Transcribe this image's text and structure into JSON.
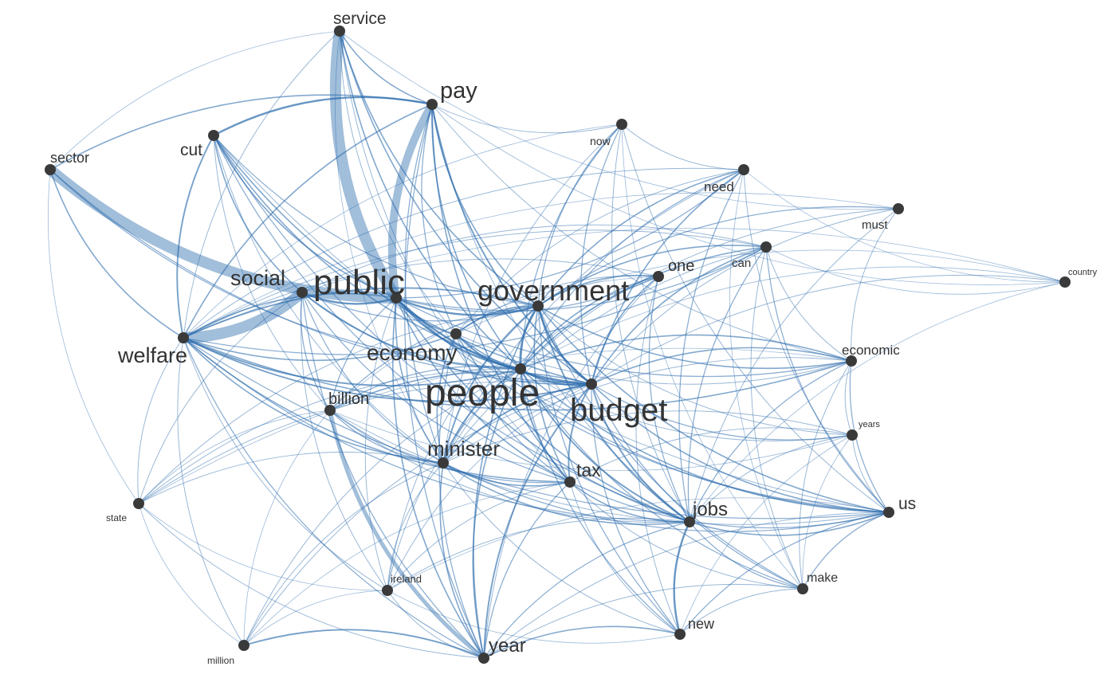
{
  "colors": {
    "edge": "#2f6eae",
    "node": "#3a3a3a",
    "label": "#333333",
    "background": "#ffffff"
  },
  "words": [
    {
      "id": "service",
      "label": "service"
    },
    {
      "id": "pay",
      "label": "pay"
    },
    {
      "id": "cut",
      "label": "cut"
    },
    {
      "id": "sector",
      "label": "sector"
    },
    {
      "id": "now",
      "label": "now"
    },
    {
      "id": "need",
      "label": "need"
    },
    {
      "id": "must",
      "label": "must"
    },
    {
      "id": "can",
      "label": "can"
    },
    {
      "id": "one",
      "label": "one"
    },
    {
      "id": "country",
      "label": "country"
    },
    {
      "id": "social",
      "label": "social"
    },
    {
      "id": "public",
      "label": "public"
    },
    {
      "id": "government",
      "label": "government"
    },
    {
      "id": "welfare",
      "label": "welfare"
    },
    {
      "id": "economy",
      "label": "economy"
    },
    {
      "id": "economic",
      "label": "economic"
    },
    {
      "id": "people",
      "label": "people"
    },
    {
      "id": "budget",
      "label": "budget"
    },
    {
      "id": "billion",
      "label": "billion"
    },
    {
      "id": "years",
      "label": "years"
    },
    {
      "id": "minister",
      "label": "minister"
    },
    {
      "id": "tax",
      "label": "tax"
    },
    {
      "id": "state",
      "label": "state"
    },
    {
      "id": "jobs",
      "label": "jobs"
    },
    {
      "id": "us",
      "label": "us"
    },
    {
      "id": "ireland",
      "label": "ireland"
    },
    {
      "id": "make",
      "label": "make"
    },
    {
      "id": "new",
      "label": "new"
    },
    {
      "id": "year",
      "label": "year"
    },
    {
      "id": "million",
      "label": "million"
    }
  ],
  "links": [
    [
      "service",
      "public",
      3
    ],
    [
      "sector",
      "public",
      3
    ],
    [
      "welfare",
      "social",
      3
    ],
    [
      "pay",
      "public",
      2.5
    ],
    [
      "billion",
      "year",
      2
    ],
    [
      "service",
      "people",
      1
    ],
    [
      "service",
      "government",
      1
    ],
    [
      "service",
      "budget",
      1
    ],
    [
      "service",
      "pay",
      1
    ],
    [
      "service",
      "sector",
      0.5
    ],
    [
      "service",
      "welfare",
      0.6
    ],
    [
      "service",
      "tax",
      0.6
    ],
    [
      "service",
      "must",
      0.5
    ],
    [
      "service",
      "economy",
      0.6
    ],
    [
      "service",
      "minister",
      0.5
    ],
    [
      "pay",
      "cut",
      1.5
    ],
    [
      "pay",
      "sector",
      1
    ],
    [
      "pay",
      "welfare",
      1
    ],
    [
      "pay",
      "people",
      1
    ],
    [
      "pay",
      "budget",
      1.2
    ],
    [
      "pay",
      "government",
      1
    ],
    [
      "pay",
      "tax",
      1
    ],
    [
      "pay",
      "minister",
      0.8
    ],
    [
      "pay",
      "now",
      0.6
    ],
    [
      "pay",
      "economic",
      0.6
    ],
    [
      "pay",
      "year",
      0.8
    ],
    [
      "pay",
      "country",
      0.5
    ],
    [
      "pay",
      "economy",
      0.8
    ],
    [
      "pay",
      "jobs",
      0.6
    ],
    [
      "cut",
      "welfare",
      1.2
    ],
    [
      "cut",
      "public",
      1
    ],
    [
      "cut",
      "social",
      1
    ],
    [
      "cut",
      "people",
      1
    ],
    [
      "cut",
      "budget",
      1
    ],
    [
      "cut",
      "government",
      0.8
    ],
    [
      "cut",
      "tax",
      0.8
    ],
    [
      "cut",
      "jobs",
      0.8
    ],
    [
      "cut",
      "minister",
      0.6
    ],
    [
      "cut",
      "us",
      0.6
    ],
    [
      "cut",
      "billion",
      0.6
    ],
    [
      "sector",
      "welfare",
      1
    ],
    [
      "sector",
      "people",
      0.8
    ],
    [
      "sector",
      "state",
      0.5
    ],
    [
      "sector",
      "budget",
      0.8
    ],
    [
      "now",
      "government",
      0.8
    ],
    [
      "now",
      "people",
      0.8
    ],
    [
      "now",
      "budget",
      0.8
    ],
    [
      "now",
      "jobs",
      0.6
    ],
    [
      "now",
      "need",
      0.6
    ],
    [
      "now",
      "welfare",
      0.5
    ],
    [
      "now",
      "make",
      0.5
    ],
    [
      "now",
      "us",
      0.6
    ],
    [
      "now",
      "minister",
      0.6
    ],
    [
      "need",
      "government",
      1
    ],
    [
      "need",
      "people",
      0.8
    ],
    [
      "need",
      "jobs",
      0.8
    ],
    [
      "need",
      "budget",
      1
    ],
    [
      "need",
      "economy",
      0.6
    ],
    [
      "need",
      "us",
      0.6
    ],
    [
      "need",
      "country",
      0.5
    ],
    [
      "need",
      "make",
      0.5
    ],
    [
      "need",
      "minister",
      0.6
    ],
    [
      "need",
      "welfare",
      0.6
    ],
    [
      "must",
      "government",
      0.8
    ],
    [
      "must",
      "economic",
      0.6
    ],
    [
      "must",
      "people",
      0.6
    ],
    [
      "must",
      "budget",
      0.6
    ],
    [
      "must",
      "jobs",
      0.6
    ],
    [
      "must",
      "welfare",
      0.5
    ],
    [
      "can",
      "government",
      1
    ],
    [
      "can",
      "people",
      1
    ],
    [
      "can",
      "budget",
      1
    ],
    [
      "can",
      "economic",
      0.6
    ],
    [
      "can",
      "jobs",
      0.8
    ],
    [
      "can",
      "welfare",
      0.6
    ],
    [
      "can",
      "country",
      0.5
    ],
    [
      "can",
      "us",
      0.8
    ],
    [
      "can",
      "make",
      0.6
    ],
    [
      "can",
      "minister",
      0.6
    ],
    [
      "can",
      "social",
      0.6
    ],
    [
      "one",
      "government",
      1
    ],
    [
      "one",
      "people",
      1
    ],
    [
      "one",
      "budget",
      1
    ],
    [
      "one",
      "jobs",
      0.8
    ],
    [
      "one",
      "welfare",
      0.6
    ],
    [
      "one",
      "economy",
      0.6
    ],
    [
      "one",
      "new",
      0.6
    ],
    [
      "one",
      "year",
      0.6
    ],
    [
      "one",
      "billion",
      0.5
    ],
    [
      "one",
      "minister",
      0.6
    ],
    [
      "country",
      "economy",
      0.5
    ],
    [
      "country",
      "people",
      0.5
    ],
    [
      "country",
      "budget",
      0.6
    ],
    [
      "country",
      "jobs",
      0.5
    ],
    [
      "country",
      "welfare",
      0.5
    ],
    [
      "social",
      "public",
      1.5
    ],
    [
      "social",
      "people",
      1
    ],
    [
      "social",
      "government",
      0.8
    ],
    [
      "social",
      "budget",
      1
    ],
    [
      "social",
      "tax",
      0.8
    ],
    [
      "social",
      "billion",
      0.8
    ],
    [
      "social",
      "year",
      0.8
    ],
    [
      "social",
      "state",
      0.6
    ],
    [
      "social",
      "ireland",
      0.6
    ],
    [
      "social",
      "minister",
      0.8
    ],
    [
      "public",
      "government",
      1.5
    ],
    [
      "public",
      "people",
      1.5
    ],
    [
      "public",
      "budget",
      1.5
    ],
    [
      "public",
      "economy",
      1
    ],
    [
      "public",
      "minister",
      1
    ],
    [
      "public",
      "tax",
      1
    ],
    [
      "public",
      "jobs",
      1
    ],
    [
      "public",
      "year",
      1
    ],
    [
      "public",
      "welfare",
      1
    ],
    [
      "public",
      "billion",
      0.8
    ],
    [
      "public",
      "can",
      0.8
    ],
    [
      "public",
      "need",
      0.8
    ],
    [
      "public",
      "one",
      0.8
    ],
    [
      "public",
      "economic",
      0.8
    ],
    [
      "public",
      "us",
      0.8
    ],
    [
      "public",
      "ireland",
      0.6
    ],
    [
      "government",
      "people",
      1.5
    ],
    [
      "government",
      "budget",
      1.5
    ],
    [
      "government",
      "economy",
      1.2
    ],
    [
      "government",
      "minister",
      1.2
    ],
    [
      "government",
      "tax",
      1
    ],
    [
      "government",
      "jobs",
      1.2
    ],
    [
      "government",
      "us",
      1
    ],
    [
      "government",
      "economic",
      1
    ],
    [
      "government",
      "year",
      1
    ],
    [
      "government",
      "welfare",
      1.2
    ],
    [
      "government",
      "billion",
      0.8
    ],
    [
      "government",
      "new",
      0.8
    ],
    [
      "government",
      "make",
      0.8
    ],
    [
      "government",
      "state",
      0.6
    ],
    [
      "government",
      "ireland",
      0.6
    ],
    [
      "government",
      "years",
      0.6
    ],
    [
      "welfare",
      "people",
      1.2
    ],
    [
      "welfare",
      "budget",
      1.2
    ],
    [
      "welfare",
      "economy",
      1
    ],
    [
      "welfare",
      "minister",
      1
    ],
    [
      "welfare",
      "tax",
      1
    ],
    [
      "welfare",
      "jobs",
      0.8
    ],
    [
      "welfare",
      "economic",
      1
    ],
    [
      "welfare",
      "us",
      0.8
    ],
    [
      "welfare",
      "year",
      0.8
    ],
    [
      "welfare",
      "state",
      0.6
    ],
    [
      "welfare",
      "million",
      0.6
    ],
    [
      "welfare",
      "can",
      0.8
    ],
    [
      "welfare",
      "ireland",
      0.6
    ],
    [
      "economy",
      "people",
      1
    ],
    [
      "economy",
      "budget",
      1
    ],
    [
      "economy",
      "jobs",
      1
    ],
    [
      "economy",
      "minister",
      1
    ],
    [
      "economy",
      "tax",
      0.8
    ],
    [
      "economy",
      "us",
      0.8
    ],
    [
      "economy",
      "economic",
      0.6
    ],
    [
      "economy",
      "year",
      0.8
    ],
    [
      "economic",
      "people",
      1
    ],
    [
      "economic",
      "budget",
      1
    ],
    [
      "economic",
      "jobs",
      0.8
    ],
    [
      "economic",
      "years",
      0.6
    ],
    [
      "economic",
      "us",
      0.8
    ],
    [
      "economic",
      "make",
      0.6
    ],
    [
      "economic",
      "state",
      0.5
    ],
    [
      "economic",
      "minister",
      0.6
    ],
    [
      "people",
      "budget",
      1.5
    ],
    [
      "people",
      "minister",
      1.2
    ],
    [
      "people",
      "tax",
      1.2
    ],
    [
      "people",
      "jobs",
      1.2
    ],
    [
      "people",
      "us",
      1
    ],
    [
      "people",
      "year",
      1
    ],
    [
      "people",
      "billion",
      0.8
    ],
    [
      "people",
      "new",
      0.8
    ],
    [
      "people",
      "make",
      0.8
    ],
    [
      "people",
      "years",
      0.6
    ],
    [
      "people",
      "state",
      0.6
    ],
    [
      "people",
      "ireland",
      0.6
    ],
    [
      "people",
      "million",
      0.6
    ],
    [
      "budget",
      "minister",
      1.2
    ],
    [
      "budget",
      "tax",
      1.2
    ],
    [
      "budget",
      "jobs",
      1.2
    ],
    [
      "budget",
      "us",
      1
    ],
    [
      "budget",
      "year",
      1.2
    ],
    [
      "budget",
      "billion",
      1
    ],
    [
      "budget",
      "new",
      0.8
    ],
    [
      "budget",
      "make",
      0.8
    ],
    [
      "budget",
      "years",
      0.8
    ],
    [
      "budget",
      "ireland",
      0.6
    ],
    [
      "budget",
      "state",
      0.6
    ],
    [
      "budget",
      "million",
      0.6
    ],
    [
      "billion",
      "minister",
      0.8
    ],
    [
      "billion",
      "tax",
      0.8
    ],
    [
      "billion",
      "jobs",
      0.6
    ],
    [
      "billion",
      "us",
      0.6
    ],
    [
      "billion",
      "years",
      0.5
    ],
    [
      "billion",
      "state",
      0.5
    ],
    [
      "billion",
      "million",
      0.5
    ],
    [
      "years",
      "jobs",
      0.6
    ],
    [
      "years",
      "us",
      0.6
    ],
    [
      "years",
      "minister",
      0.6
    ],
    [
      "years",
      "tax",
      0.6
    ],
    [
      "years",
      "make",
      0.5
    ],
    [
      "years",
      "new",
      0.5
    ],
    [
      "minister",
      "tax",
      1
    ],
    [
      "minister",
      "jobs",
      1
    ],
    [
      "minister",
      "year",
      1
    ],
    [
      "minister",
      "us",
      0.8
    ],
    [
      "minister",
      "ireland",
      0.6
    ],
    [
      "minister",
      "million",
      0.6
    ],
    [
      "minister",
      "state",
      0.6
    ],
    [
      "minister",
      "new",
      0.6
    ],
    [
      "tax",
      "jobs",
      1
    ],
    [
      "tax",
      "us",
      0.8
    ],
    [
      "tax",
      "year",
      0.8
    ],
    [
      "tax",
      "new",
      0.6
    ],
    [
      "tax",
      "make",
      0.6
    ],
    [
      "tax",
      "ireland",
      0.6
    ],
    [
      "tax",
      "million",
      0.5
    ],
    [
      "state",
      "year",
      0.6
    ],
    [
      "state",
      "ireland",
      0.5
    ],
    [
      "state",
      "million",
      0.5
    ],
    [
      "jobs",
      "us",
      1
    ],
    [
      "jobs",
      "new",
      1.5
    ],
    [
      "jobs",
      "make",
      0.8
    ],
    [
      "jobs",
      "year",
      0.8
    ],
    [
      "jobs",
      "ireland",
      0.6
    ],
    [
      "us",
      "make",
      0.8
    ],
    [
      "us",
      "new",
      0.8
    ],
    [
      "us",
      "year",
      0.6
    ],
    [
      "us",
      "ireland",
      0.5
    ],
    [
      "ireland",
      "year",
      0.6
    ],
    [
      "ireland",
      "million",
      0.5
    ],
    [
      "ireland",
      "new",
      0.5
    ],
    [
      "make",
      "new",
      0.6
    ],
    [
      "make",
      "year",
      0.6
    ],
    [
      "new",
      "year",
      1
    ],
    [
      "year",
      "million",
      1.2
    ]
  ]
}
